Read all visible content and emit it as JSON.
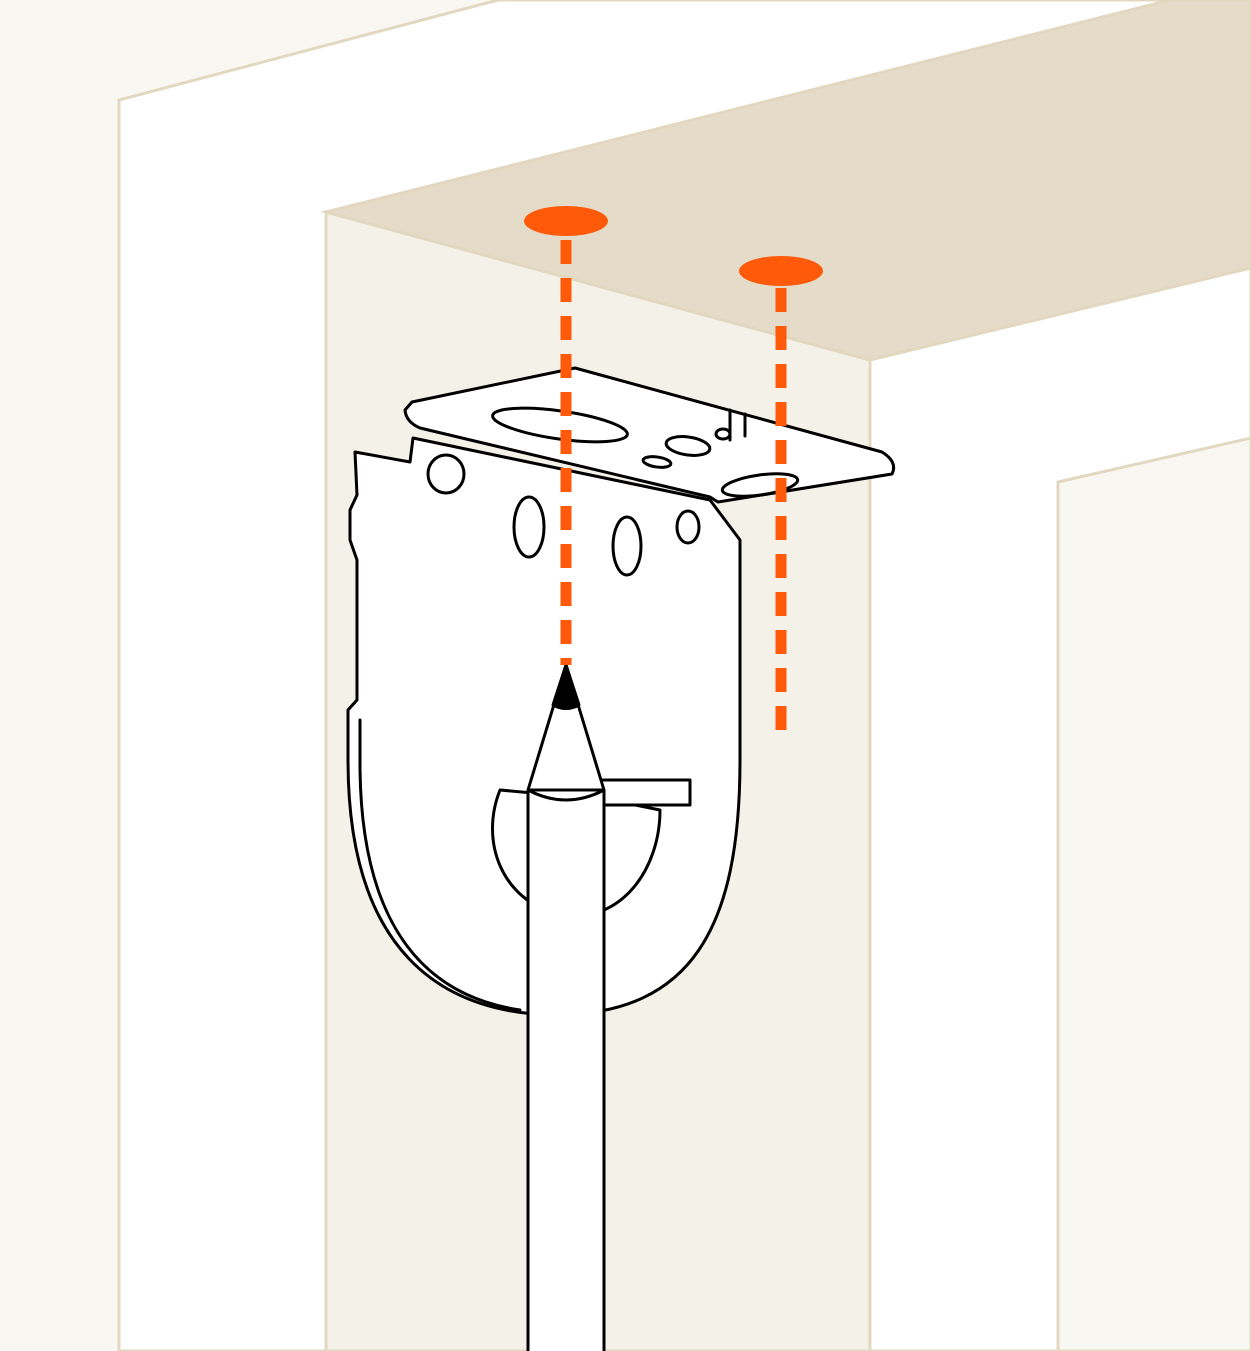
{
  "illustration": {
    "subject": "bracket-mounting-marking",
    "elements": [
      "window-frame",
      "recess-ceiling",
      "recess-side-wall",
      "mounting-bracket",
      "pencil",
      "drill-hole-marks",
      "alignment-guides"
    ]
  },
  "colors": {
    "background": "#f9f7f2",
    "wall_face": "#ffffff",
    "recess_side": "#f4f1e8",
    "recess_ceiling": "#e4dcc9",
    "frame_outline": "#e2d8c0",
    "line_art": "#000000",
    "marking": "#ff5a0a"
  },
  "icons": {
    "bracket": "mounting-bracket-icon",
    "pencil": "pencil-icon",
    "marks": "drill-mark-icon"
  }
}
